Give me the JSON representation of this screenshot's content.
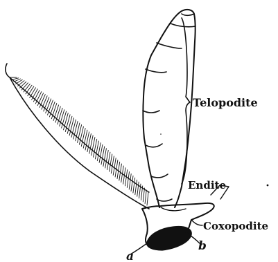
{
  "labels": {
    "telopodite": "Telopodite",
    "endite": "Endite",
    "coxopodite": "Coxopodite",
    "a": "a",
    "b": "b"
  },
  "colors": {
    "ink": "#111111",
    "paper": "#ffffff"
  }
}
